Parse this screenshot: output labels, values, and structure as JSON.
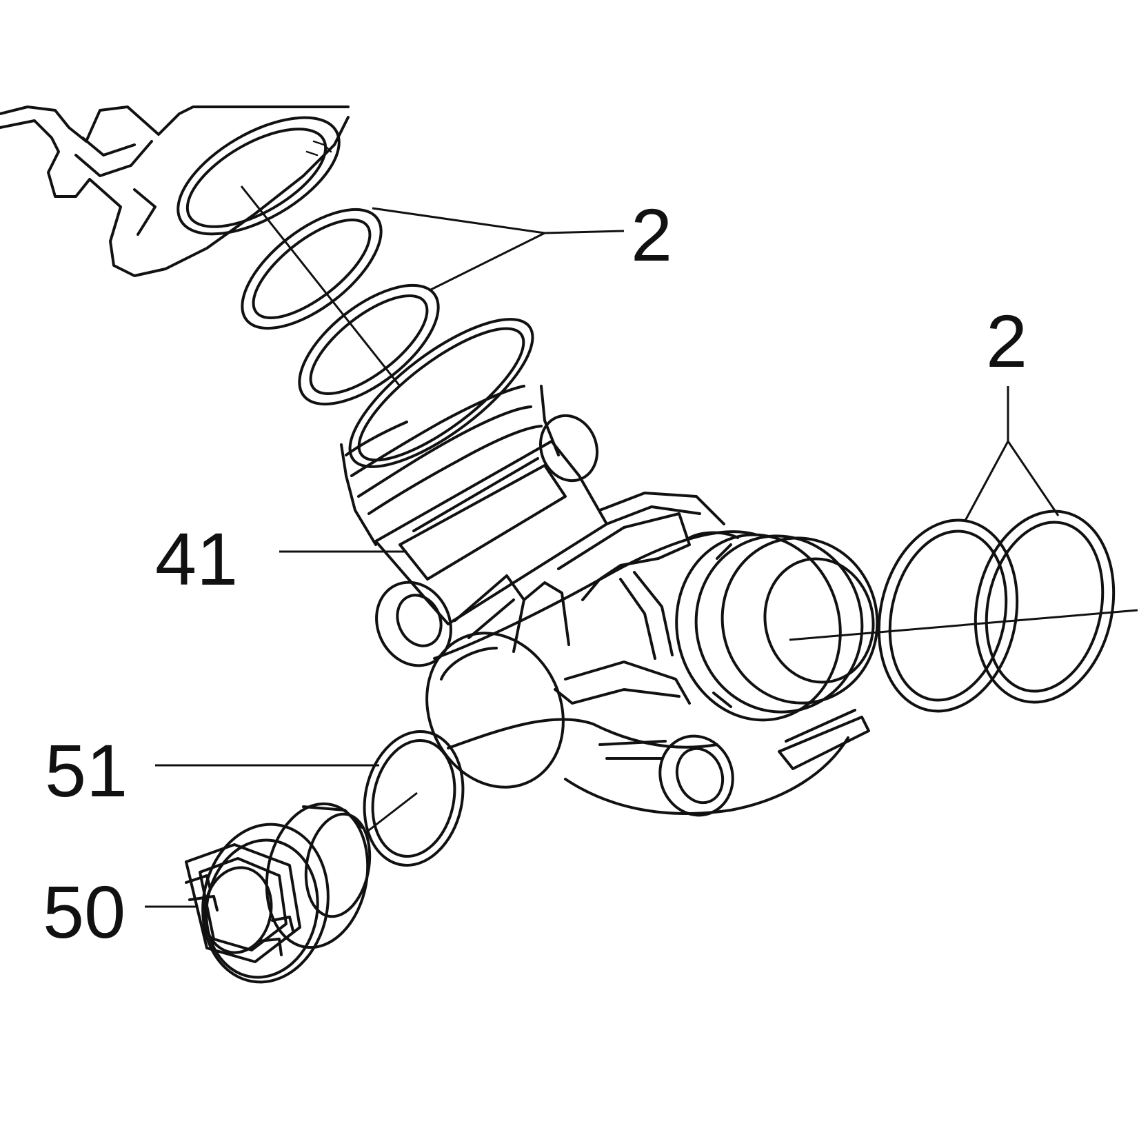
{
  "callouts": {
    "c2_top": "2",
    "c2_right": "2",
    "c41": "41",
    "c51": "51",
    "c50": "50"
  },
  "colors": {
    "line": "#111111",
    "background": "#ffffff"
  }
}
